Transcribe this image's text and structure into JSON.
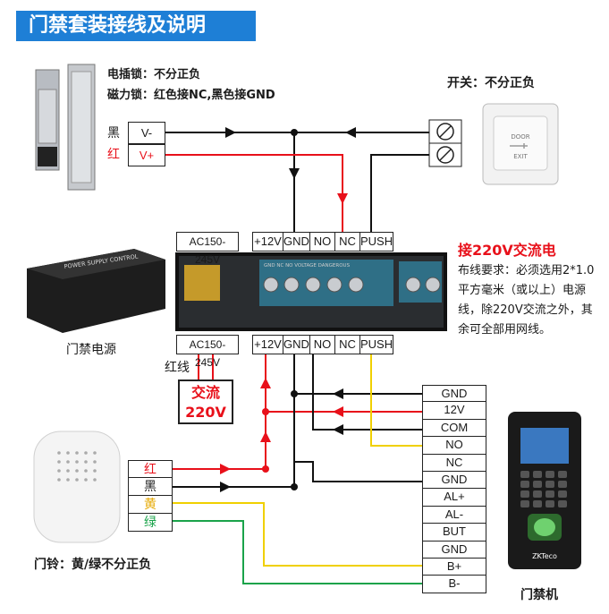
{
  "title": "门禁套装接线及说明",
  "lock_notes": {
    "line1": "电插锁：不分正负",
    "line2": "磁力锁：红色接NC,黑色接GND"
  },
  "switch_note": "开关：不分正负",
  "lock_terminals": [
    {
      "wire": "黑",
      "label": "V-"
    },
    {
      "wire": "红",
      "label": "V+"
    }
  ],
  "power_top_ac": "AC150-245V",
  "power_top": [
    "+12V",
    "GND",
    "NO",
    "NC",
    "PUSH"
  ],
  "power_bottom_ac": "AC150-245V",
  "power_bottom": [
    "+12V",
    "GND",
    "NO",
    "NC",
    "PUSH"
  ],
  "power_label": "门禁电源",
  "power_board": {
    "brand": "POWER SUPPLY CONTROL",
    "warning": "GND NC NO VOLTAGE DANGEROUS"
  },
  "ac_info": {
    "heading": "接220V交流电",
    "body": "布线要求：必须选用2*1.0平方毫米（或以上）电源线，除220V交流之外，其余可全部用网线。"
  },
  "red_wire_label": "红线",
  "ac_box": {
    "line1": "交流",
    "line2": "220V"
  },
  "bell_wires": [
    {
      "wire": "红",
      "color": "#e8101a"
    },
    {
      "wire": "黑",
      "color": "#111111"
    },
    {
      "wire": "黄",
      "color": "#e6a800"
    },
    {
      "wire": "绿",
      "color": "#1aa34a"
    }
  ],
  "bell_label": "门铃：黄/绿不分正负",
  "controller_terminals": [
    "GND",
    "12V",
    "COM",
    "NO",
    "NC",
    "GND",
    "AL+",
    "AL-",
    "BUT",
    "GND",
    "B+",
    "B-"
  ],
  "controller_label": "门禁机",
  "device": {
    "door": "DOOR",
    "exit": "EXIT",
    "brand": "ZKTeco"
  },
  "colors": {
    "red": "#e8101a",
    "black": "#111111",
    "yellow": "#f0d000",
    "green": "#1aa34a",
    "accent": "#1e7fd6"
  }
}
